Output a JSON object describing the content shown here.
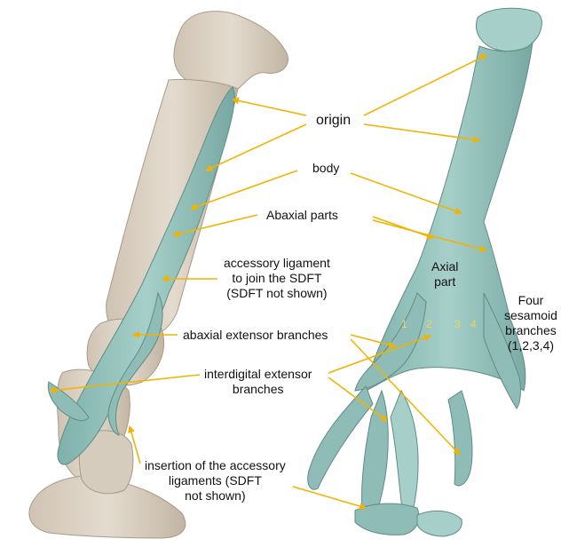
{
  "labels": {
    "origin": "origin",
    "body": "body",
    "abaxial_parts": "Abaxial parts",
    "accessory_ligament": [
      "accessory ligament",
      "to join the SDFT",
      "(SDFT not shown)"
    ],
    "abaxial_extensor_branches": "abaxial extensor branches",
    "interdigital_extensor_branches": [
      "interdigital extensor",
      "branches"
    ],
    "insertion_accessory_ligaments": [
      "insertion of the accessory",
      "ligaments (SDFT",
      "not shown)"
    ],
    "axial_part": [
      "Axial",
      "part"
    ],
    "four_sesamoid_branches": [
      "Four",
      "sesamoid",
      "branches",
      "(1,2,3,4)"
    ]
  },
  "branch_numbers": [
    "1",
    "2",
    "3",
    "4"
  ],
  "colors": {
    "bone": "#d9cfc1",
    "bone_shadow": "#b9ac9a",
    "ligament": "#8fbcb6",
    "ligament_dark": "#6f9c96",
    "arrow": "#f0b400"
  }
}
